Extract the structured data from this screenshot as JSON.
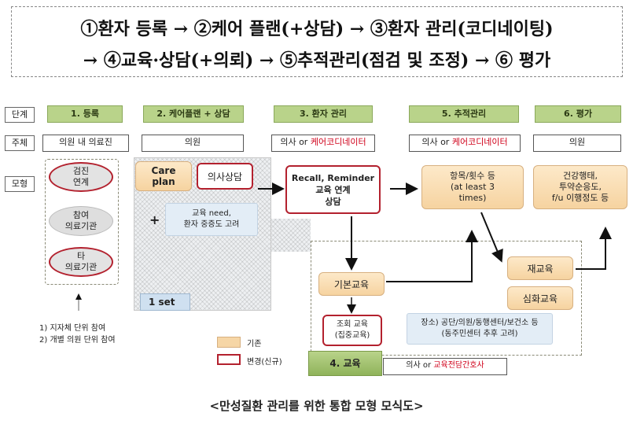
{
  "header": {
    "line1": "①환자 등록 → ②케어 플랜(+상담) → ③환자 관리(코디네이팅)",
    "line2": "→ ④교육·상담(+의뢰) → ⑤추적관리(점검 및 조정) → ⑥ 평가"
  },
  "rows": {
    "stage": "단계",
    "subject": "주체",
    "model": "모형"
  },
  "stages": [
    {
      "label": "1. 등록"
    },
    {
      "label": "2. 케어플랜 + 상담"
    },
    {
      "label": "3. 환자 관리"
    },
    {
      "label": "5. 추적관리"
    },
    {
      "label": "6. 평가"
    }
  ],
  "subjects": {
    "s1": "의원 내 의료진",
    "s2": "의원",
    "s3_prefix": "의사 or ",
    "s3_red": "케어코디네이터",
    "s5_prefix": "의사 or ",
    "s5_red": "케어코디네이터",
    "s6": "의원"
  },
  "registration": {
    "item1_l1": "검진",
    "item1_l2": "연계",
    "item2_l1": "참여",
    "item2_l2": "의료기관",
    "item3_l1": "타",
    "item3_l2": "의료기관"
  },
  "careplan": {
    "care_l1": "Care",
    "care_l2": "plan",
    "consult": "의사상담",
    "plus": "+",
    "need_l1": "교육 need,",
    "need_l2": "환자 중증도 고려",
    "set": "1 set"
  },
  "management": {
    "l1": "Recall, Reminder",
    "l2": "교육 연계",
    "l3": "상담"
  },
  "followup": {
    "l1": "항목/횟수 등",
    "l2": "(at least 3",
    "l3": "times)"
  },
  "evaluation": {
    "l1": "건강행태,",
    "l2": "투약순응도,",
    "l3": "f/u 이행정도 등"
  },
  "education": {
    "basic": "기본교육",
    "group_l1": "조회 교육",
    "group_l2": "(집중교육)",
    "re": "재교육",
    "deep": "심화교육",
    "place_l1": "장소) 공단/의원/동행센터/보건소 등",
    "place_l2": "(동주민센터 추후 고려)",
    "stage_label": "4. 교육",
    "subj_prefix": "의사 or ",
    "subj_red": "교육전담간호사"
  },
  "notes": {
    "n1": "1) 지자체 단위 참여",
    "n2": "2) 개별 의원 단위 참여"
  },
  "legend": {
    "existing": "기존",
    "changed": "변경(신규)"
  },
  "caption": "<만성질환 관리를 위한 통합 모형 모식도>"
}
